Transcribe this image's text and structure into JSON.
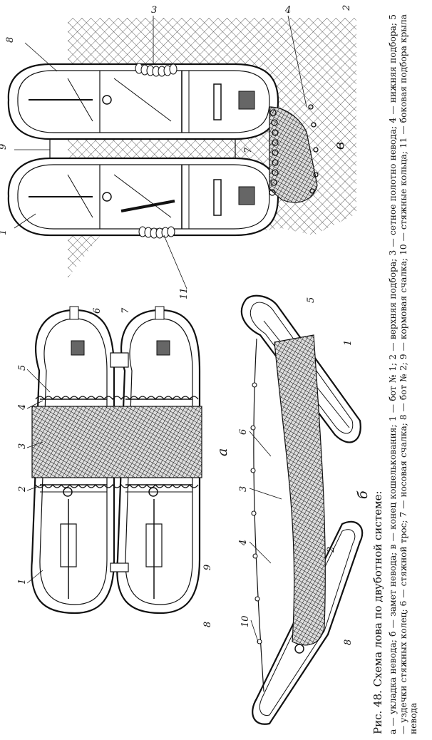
{
  "caption": {
    "title": "Рис. 48. Схема лова по двуботной системе:",
    "legend": "а — укладка невода; б — замет невода; в — конец кошелькования; 1 — бот № 1; 2 — верхняя подбора; 3 — сетное полотно невода; 4 — нижняя подбора; 5 — уздечки стяжных колец; 6 — стяжной трос; 7 — носовая счалка; 8 — бот № 2; 9 — кормовая счалка; 10 — стяжные кольца; 11 — боковая подбора крыла невода"
  },
  "panels": {
    "a": "а",
    "b": "б",
    "v": "в"
  },
  "callouts": {
    "v": [
      "2",
      "3",
      "4",
      "8",
      "9",
      "1",
      "7",
      "11"
    ],
    "a": [
      "1",
      "2",
      "3",
      "4",
      "5",
      "6",
      "7",
      "9",
      "8"
    ],
    "b": [
      "1",
      "5",
      "6",
      "3",
      "4",
      "2",
      "10",
      "8"
    ]
  },
  "colors": {
    "ink": "#111111",
    "paper": "#ffffff",
    "mesh": "#333333"
  }
}
